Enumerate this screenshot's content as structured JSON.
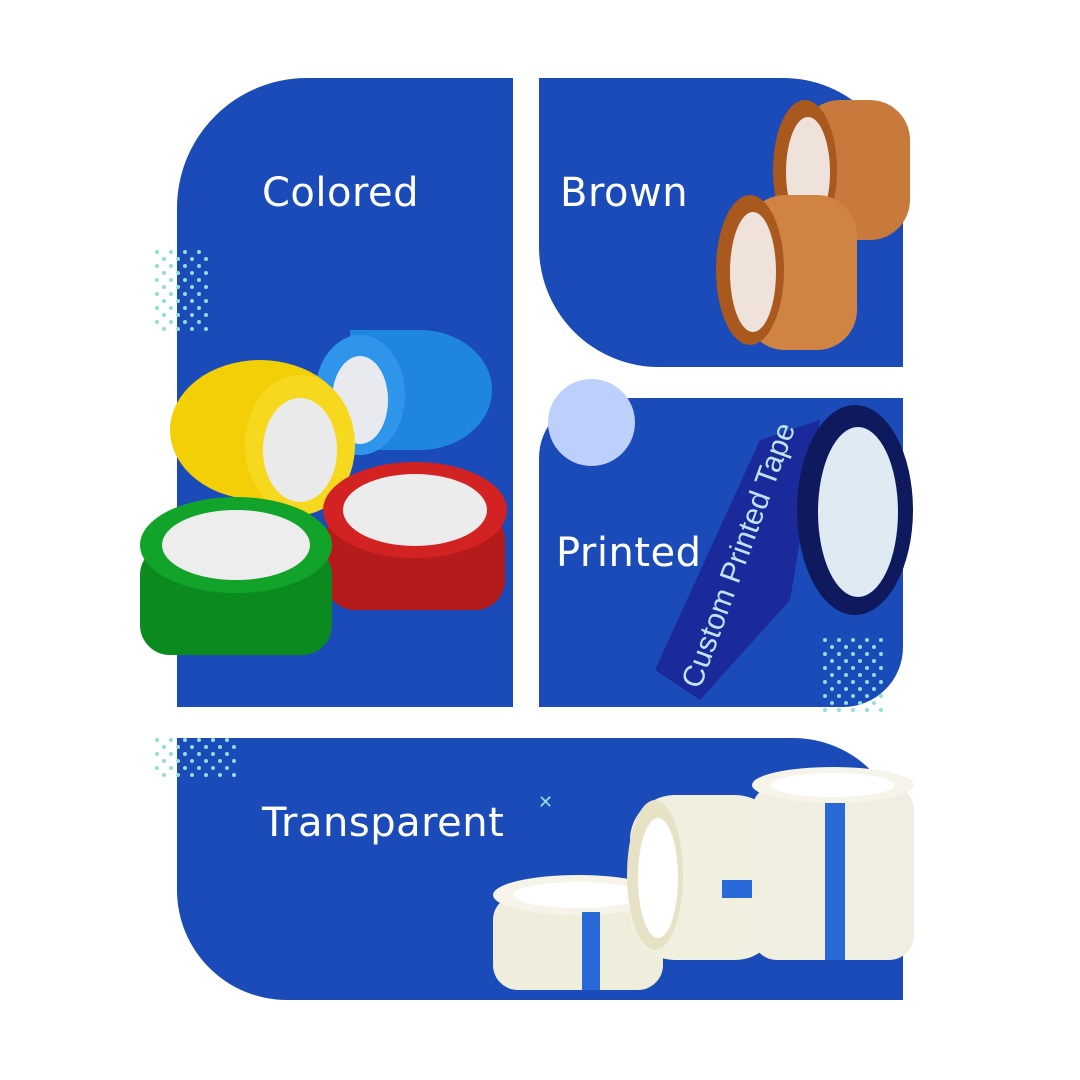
{
  "categories": [
    {
      "id": "colored",
      "label": "Colored"
    },
    {
      "id": "brown",
      "label": "Brown"
    },
    {
      "id": "printed",
      "label": "Printed"
    },
    {
      "id": "transparent",
      "label": "Transparent"
    }
  ],
  "printed_tape_text": "Custom Printed Tape",
  "colors": {
    "panel": "#1a4bb8",
    "accent_circle": "#bcd0fb",
    "dots": "#8fe0d6"
  }
}
